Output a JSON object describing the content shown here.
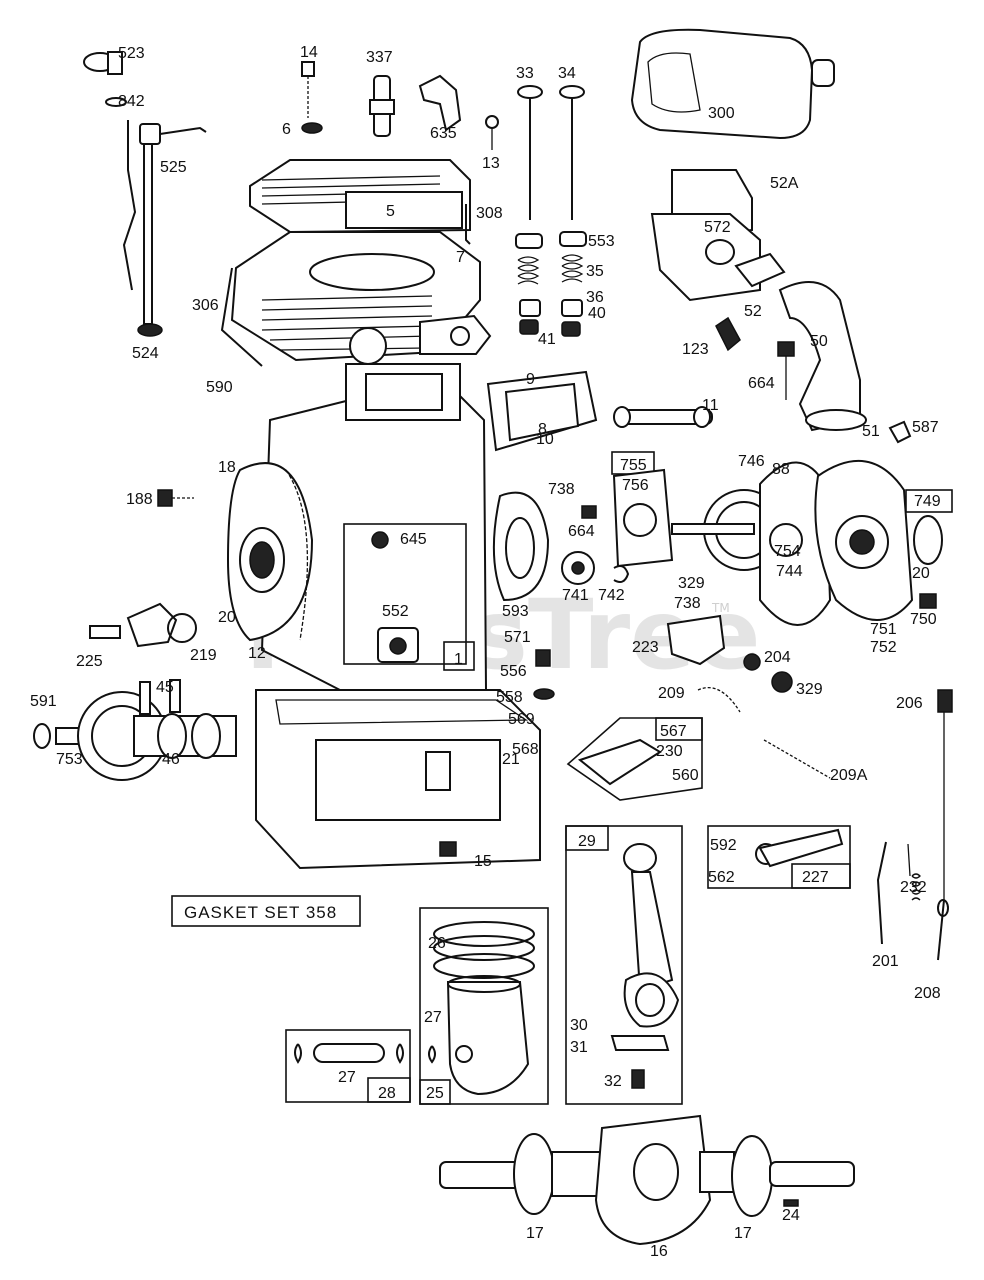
{
  "watermark": {
    "text": "PartsTree",
    "tm": "TM"
  },
  "gasket_set": "GASKET SET 358",
  "labels": [
    {
      "id": "523",
      "text": "523"
    },
    {
      "id": "842",
      "text": "842"
    },
    {
      "id": "525",
      "text": "525"
    },
    {
      "id": "524",
      "text": "524"
    },
    {
      "id": "14",
      "text": "14"
    },
    {
      "id": "337",
      "text": "337"
    },
    {
      "id": "6",
      "text": "6"
    },
    {
      "id": "635",
      "text": "635"
    },
    {
      "id": "13",
      "text": "13"
    },
    {
      "id": "33",
      "text": "33"
    },
    {
      "id": "34",
      "text": "34"
    },
    {
      "id": "300",
      "text": "300"
    },
    {
      "id": "52A",
      "text": "52A"
    },
    {
      "id": "572",
      "text": "572"
    },
    {
      "id": "5",
      "text": "5"
    },
    {
      "id": "308",
      "text": "308"
    },
    {
      "id": "553",
      "text": "553"
    },
    {
      "id": "35",
      "text": "35"
    },
    {
      "id": "36",
      "text": "36"
    },
    {
      "id": "40",
      "text": "40"
    },
    {
      "id": "41",
      "text": "41"
    },
    {
      "id": "7",
      "text": "7"
    },
    {
      "id": "306",
      "text": "306"
    },
    {
      "id": "52",
      "text": "52"
    },
    {
      "id": "50",
      "text": "50"
    },
    {
      "id": "123",
      "text": "123"
    },
    {
      "id": "664a",
      "text": "664"
    },
    {
      "id": "590",
      "text": "590"
    },
    {
      "id": "51",
      "text": "51"
    },
    {
      "id": "9",
      "text": "9"
    },
    {
      "id": "8",
      "text": "8"
    },
    {
      "id": "11",
      "text": "11"
    },
    {
      "id": "18",
      "text": "18"
    },
    {
      "id": "188",
      "text": "188"
    },
    {
      "id": "10",
      "text": "10"
    },
    {
      "id": "755",
      "text": "755"
    },
    {
      "id": "746",
      "text": "746"
    },
    {
      "id": "88",
      "text": "88"
    },
    {
      "id": "587",
      "text": "587"
    },
    {
      "id": "738a",
      "text": "738"
    },
    {
      "id": "756",
      "text": "756"
    },
    {
      "id": "749",
      "text": "749"
    },
    {
      "id": "664b",
      "text": "664"
    },
    {
      "id": "645",
      "text": "645"
    },
    {
      "id": "754",
      "text": "754"
    },
    {
      "id": "744",
      "text": "744"
    },
    {
      "id": "20a",
      "text": "20"
    },
    {
      "id": "741",
      "text": "741"
    },
    {
      "id": "742",
      "text": "742"
    },
    {
      "id": "329a",
      "text": "329"
    },
    {
      "id": "738b",
      "text": "738"
    },
    {
      "id": "750",
      "text": "750"
    },
    {
      "id": "593",
      "text": "593"
    },
    {
      "id": "20b",
      "text": "20"
    },
    {
      "id": "552",
      "text": "552"
    },
    {
      "id": "571",
      "text": "571"
    },
    {
      "id": "751",
      "text": "751"
    },
    {
      "id": "752",
      "text": "752"
    },
    {
      "id": "225",
      "text": "225"
    },
    {
      "id": "219",
      "text": "219"
    },
    {
      "id": "12",
      "text": "12"
    },
    {
      "id": "1",
      "text": "1"
    },
    {
      "id": "223",
      "text": "223"
    },
    {
      "id": "204",
      "text": "204"
    },
    {
      "id": "556",
      "text": "556"
    },
    {
      "id": "329b",
      "text": "329"
    },
    {
      "id": "45",
      "text": "45"
    },
    {
      "id": "209",
      "text": "209"
    },
    {
      "id": "558",
      "text": "558"
    },
    {
      "id": "591",
      "text": "591"
    },
    {
      "id": "569",
      "text": "569"
    },
    {
      "id": "206",
      "text": "206"
    },
    {
      "id": "567",
      "text": "567"
    },
    {
      "id": "230",
      "text": "230"
    },
    {
      "id": "753",
      "text": "753"
    },
    {
      "id": "46",
      "text": "46"
    },
    {
      "id": "568",
      "text": "568"
    },
    {
      "id": "560",
      "text": "560"
    },
    {
      "id": "209A",
      "text": "209A"
    },
    {
      "id": "21",
      "text": "21"
    },
    {
      "id": "29",
      "text": "29"
    },
    {
      "id": "592",
      "text": "592"
    },
    {
      "id": "15",
      "text": "15"
    },
    {
      "id": "562",
      "text": "562"
    },
    {
      "id": "227",
      "text": "227"
    },
    {
      "id": "232",
      "text": "232"
    },
    {
      "id": "26",
      "text": "26"
    },
    {
      "id": "201",
      "text": "201"
    },
    {
      "id": "208",
      "text": "208"
    },
    {
      "id": "27a",
      "text": "27"
    },
    {
      "id": "30",
      "text": "30"
    },
    {
      "id": "31",
      "text": "31"
    },
    {
      "id": "27b",
      "text": "27"
    },
    {
      "id": "32",
      "text": "32"
    },
    {
      "id": "28",
      "text": "28"
    },
    {
      "id": "25",
      "text": "25"
    },
    {
      "id": "17a",
      "text": "17"
    },
    {
      "id": "17b",
      "text": "17"
    },
    {
      "id": "24",
      "text": "24"
    },
    {
      "id": "16",
      "text": "16"
    }
  ]
}
